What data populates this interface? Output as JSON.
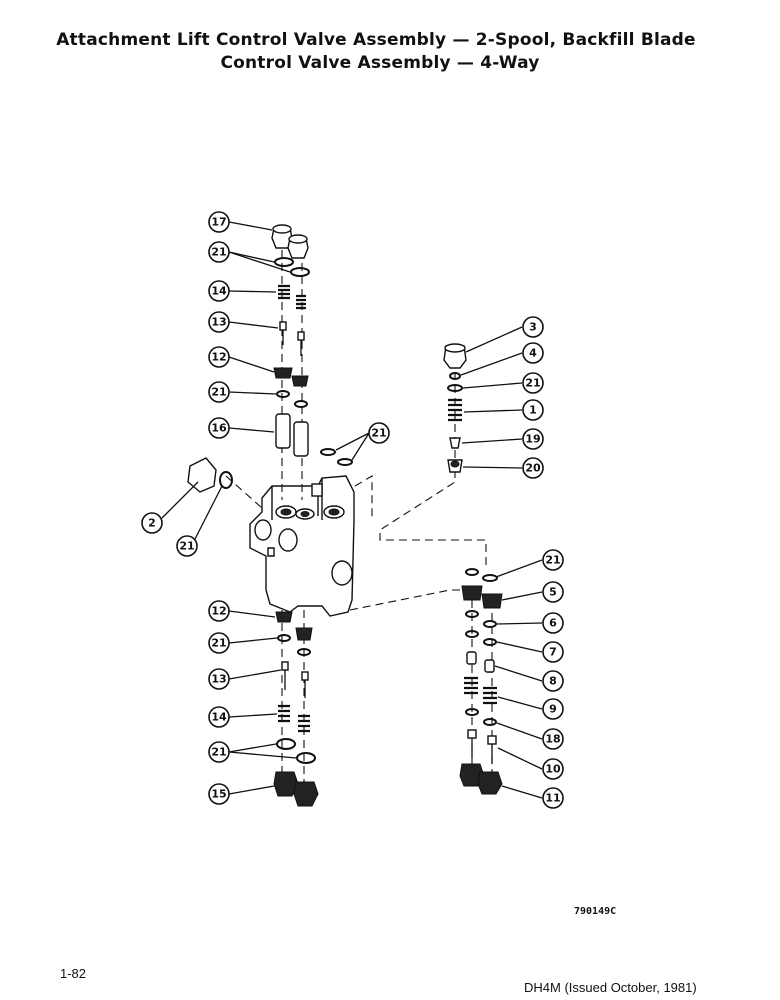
{
  "title": {
    "line1": "Attachment Lift Control Valve Assembly — 2-Spool, Backfill Blade",
    "line2": "Control Valve Assembly — 4-Way"
  },
  "callouts": [
    {
      "id": "c17",
      "label": "17"
    },
    {
      "id": "c21a",
      "label": "21"
    },
    {
      "id": "c14a",
      "label": "14"
    },
    {
      "id": "c13a",
      "label": "13"
    },
    {
      "id": "c12a",
      "label": "12"
    },
    {
      "id": "c21b",
      "label": "21"
    },
    {
      "id": "c16",
      "label": "16"
    },
    {
      "id": "c21c",
      "label": "21"
    },
    {
      "id": "c2",
      "label": "2"
    },
    {
      "id": "c21d",
      "label": "21"
    },
    {
      "id": "c3",
      "label": "3"
    },
    {
      "id": "c4",
      "label": "4"
    },
    {
      "id": "c21e",
      "label": "21"
    },
    {
      "id": "c1",
      "label": "1"
    },
    {
      "id": "c19",
      "label": "19"
    },
    {
      "id": "c20",
      "label": "20"
    },
    {
      "id": "c21f",
      "label": "21"
    },
    {
      "id": "c5",
      "label": "5"
    },
    {
      "id": "c6",
      "label": "6"
    },
    {
      "id": "c7",
      "label": "7"
    },
    {
      "id": "c8",
      "label": "8"
    },
    {
      "id": "c9",
      "label": "9"
    },
    {
      "id": "c18",
      "label": "18"
    },
    {
      "id": "c10",
      "label": "10"
    },
    {
      "id": "c11",
      "label": "11"
    },
    {
      "id": "c12b",
      "label": "12"
    },
    {
      "id": "c21g",
      "label": "21"
    },
    {
      "id": "c13b",
      "label": "13"
    },
    {
      "id": "c14b",
      "label": "14"
    },
    {
      "id": "c21h",
      "label": "21"
    },
    {
      "id": "c15",
      "label": "15"
    }
  ],
  "figure_number": "790149C",
  "footer": {
    "page_number": "1-82",
    "issued": "DH4M (Issued October, 1981)"
  }
}
